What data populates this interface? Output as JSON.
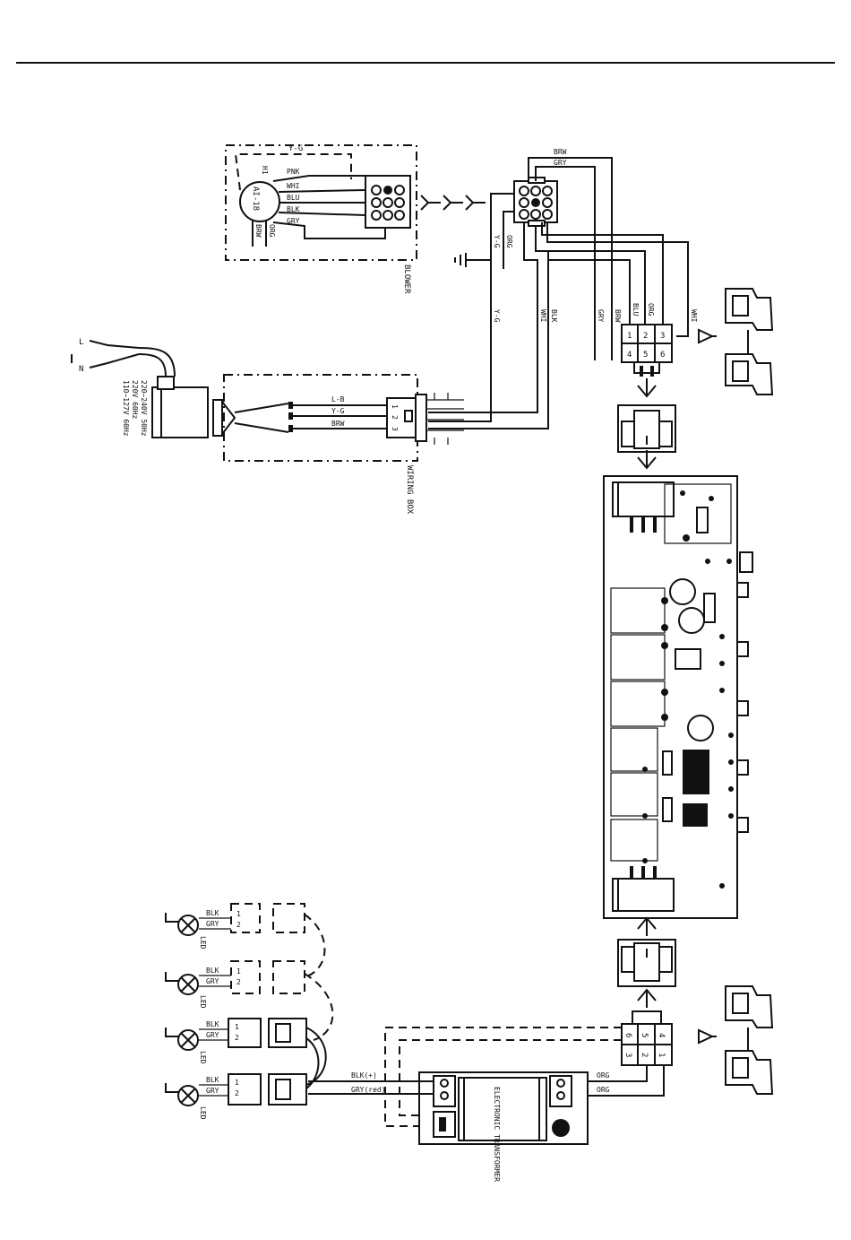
{
  "blower": {
    "title": "BLOWER",
    "ground_label": "Y-G",
    "wires": [
      "PNK",
      "WHI",
      "BLU",
      "BLK",
      "GRY"
    ],
    "motor_text": "AI-18",
    "motor_side": "H1",
    "bottom_wires": [
      "BRW",
      "ORG"
    ]
  },
  "harness": {
    "top_wires": [
      "BRW",
      "GRY"
    ],
    "left_wires": [
      "Y-G",
      "ORG"
    ],
    "down_wires": [
      "Y-G",
      "WHI",
      "BLK",
      "GRY",
      "BRW",
      "BLU",
      "ORG",
      "WHI"
    ]
  },
  "wiring_box": {
    "title": "WIRING BOX",
    "wires": [
      "L-B",
      "Y-G",
      "BRW"
    ],
    "pins": [
      "1",
      "2",
      "3"
    ]
  },
  "power": {
    "lines": [
      "220~240V 50Hz",
      "220V 60Hz",
      "110~127V 60Hz"
    ],
    "terminals": [
      "L",
      "N"
    ]
  },
  "connector_top": {
    "pins": [
      "1",
      "2",
      "3",
      "4",
      "5",
      "6"
    ]
  },
  "connector_bottom": {
    "pins": [
      "6",
      "5",
      "4",
      "3",
      "2",
      "1"
    ]
  },
  "transformer": {
    "text": "ELECTRONIC TRANSFORMER",
    "wires_in": [
      "ORG",
      "ORG"
    ],
    "wires_out": [
      "BLK(+)",
      "GRY(red)"
    ]
  },
  "lamps": [
    {
      "wires": [
        "BLK",
        "GRY"
      ],
      "pins": [
        "1",
        "2"
      ],
      "label": "LED"
    },
    {
      "wires": [
        "BLK",
        "GRY"
      ],
      "pins": [
        "1",
        "2"
      ],
      "label": "LED"
    },
    {
      "wires": [
        "BLK",
        "GRY"
      ],
      "pins": [
        "1",
        "2"
      ],
      "label": "LED"
    },
    {
      "wires": [
        "BLK",
        "GRY"
      ],
      "pins": [
        "1",
        "2"
      ],
      "label": "LED"
    }
  ]
}
